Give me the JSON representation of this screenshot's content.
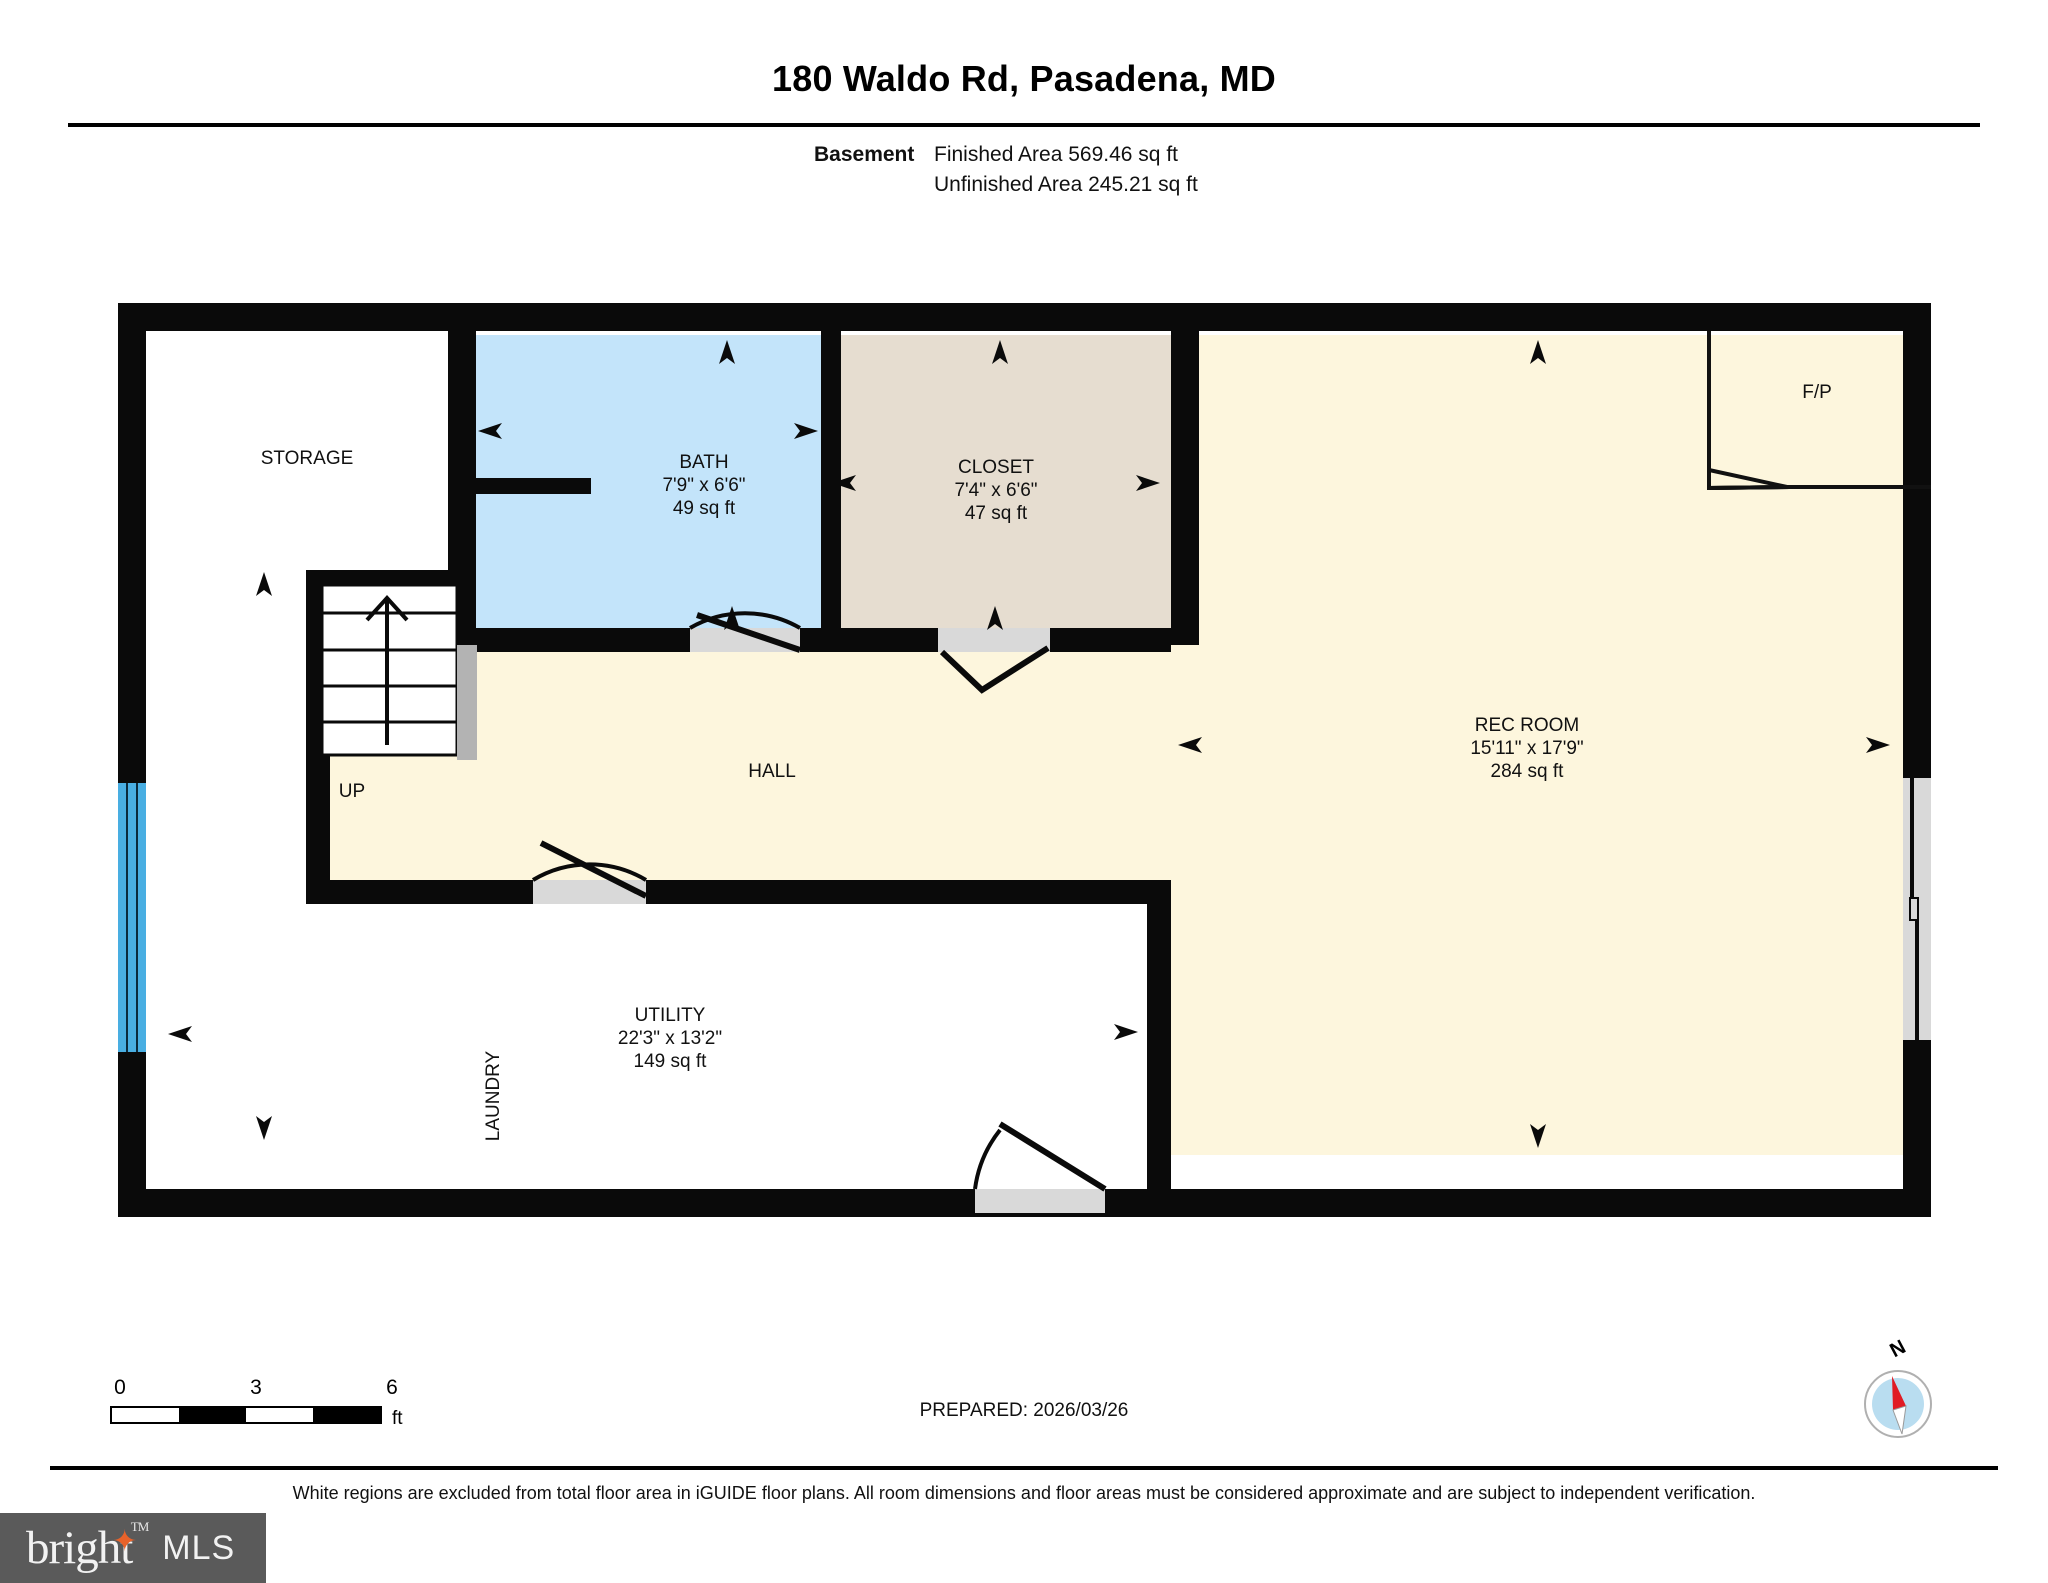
{
  "header": {
    "title": "180 Waldo Rd, Pasadena, MD",
    "level_label": "Basement",
    "finished_area": "Finished Area 569.46 sq ft",
    "unfinished_area": "Unfinished Area 245.21 sq ft"
  },
  "rooms": [
    {
      "name": "STORAGE",
      "dims": "",
      "area": ""
    },
    {
      "name": "BATH",
      "dims": "7'9\" x 6'6\"",
      "area": "49 sq ft"
    },
    {
      "name": "CLOSET",
      "dims": "7'4\" x 6'6\"",
      "area": "47 sq ft"
    },
    {
      "name": "REC ROOM",
      "dims": "15'11\" x 17'9\"",
      "area": "284 sq ft"
    },
    {
      "name": "UTILITY",
      "dims": "22'3\" x 13'2\"",
      "area": "149 sq ft"
    },
    {
      "name": "HALL",
      "dims": "",
      "area": ""
    },
    {
      "name": "LAUNDRY",
      "dims": "",
      "area": ""
    },
    {
      "name": "F/P",
      "dims": "",
      "area": ""
    },
    {
      "name": "UP",
      "dims": "",
      "area": ""
    }
  ],
  "labels": {
    "storage": "STORAGE",
    "bath": "BATH",
    "bath_dims": "7'9\" x 6'6\"",
    "bath_area": "49 sq ft",
    "closet": "CLOSET",
    "closet_dims": "7'4\" x 6'6\"",
    "closet_area": "47 sq ft",
    "rec_room": "REC ROOM",
    "rec_room_dims": "15'11\" x 17'9\"",
    "rec_room_area": "284 sq ft",
    "utility": "UTILITY",
    "utility_dims": "22'3\" x 13'2\"",
    "utility_area": "149 sq ft",
    "hall": "HALL",
    "laundry": "LAUNDRY",
    "fireplace": "F/P",
    "stairs_up": "UP"
  },
  "scale": {
    "ticks": [
      "0",
      "3",
      "6"
    ],
    "unit": "ft"
  },
  "footer": {
    "prepared": "PREPARED: 2026/03/26",
    "compass_n": "N",
    "disclaimer": "White regions are excluded from total floor area in iGUIDE floor plans. All room dimensions and floor areas must be considered approximate and are subject to independent verification.",
    "logo_bright": "bright",
    "logo_tm": "TM",
    "logo_mls": "MLS"
  },
  "colors": {
    "wall": "#0a0a0a",
    "bath_fill": "#c3e4fa",
    "closet_fill": "#e6ddd0",
    "living_fill": "#fdf6dd",
    "unfinished_fill": "#ffffff",
    "window_blue": "#49aee2",
    "door_gray": "#d9d9d9",
    "logo_bg": "#5a5a5a",
    "logo_star": "#e8622a",
    "compass_needle": "#e01b24",
    "compass_face": "#b9ddf0"
  }
}
